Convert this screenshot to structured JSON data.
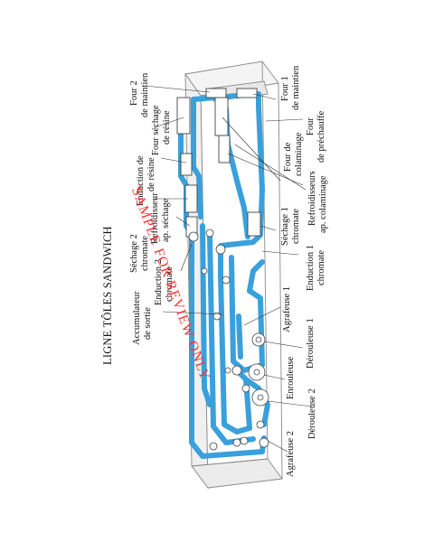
{
  "title": "LIGNE TÔLES SANDWICH",
  "labels": {
    "four2": "Four 2",
    "four2_b": "de maintien",
    "four1": "Four 1",
    "four1_b": "de maintien",
    "four_sechage_resine": "Four séchage",
    "four_sechage_resine_b": "de résine",
    "four_prechauffe": "Four",
    "four_prechauffe_b": "de préchauffe",
    "four_colaminage": "Four de",
    "four_colaminage_b": "colaminage",
    "enduction_resine": "Enduction de",
    "enduction_resine_b": "de résine",
    "refroidisseurs": "Refroidisseurs",
    "refroidisseurs_b": "ap. colaminage",
    "sechage2": "Séchage 2",
    "sechage2_b": "chromate",
    "refroidisseur_sechage": "Refroidisseur",
    "refroidisseur_sechage_b": "ap. séchage",
    "sechage1": "Séchage 1",
    "sechage1_b": "chromate",
    "enduction2": "Enduction 2",
    "enduction2_b": "chromate",
    "enduction1": "Enduction 1",
    "enduction1_b": "chromate",
    "accumulateur": "Accumulateur",
    "accumulateur_b": "de sortie",
    "agrafeuse1": "Agrafeuse 1",
    "derouleuse1": "Dérouleuse 1",
    "enrouleuse": "Enrouleuse",
    "derouleuse2": "Dérouleuse 2",
    "agrafeuse2": "Agrafeuse 2"
  },
  "watermark": "SAMPLE FOR REVIEW ONLY",
  "colors": {
    "strip": "#3aa0dc",
    "frame": "#8a8a8a",
    "watermark": "#ff3030"
  }
}
